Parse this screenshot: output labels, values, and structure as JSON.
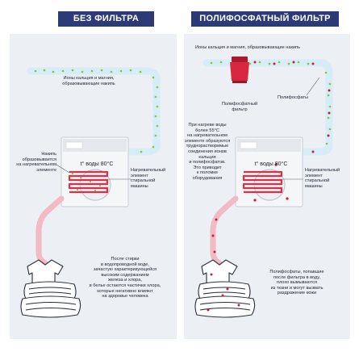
{
  "left": {
    "title": "БЕЗ ФИЛЬТРА",
    "ions_label": "Ионы кальция и магния,\nобразовывающие накипь",
    "scale_label": "Накипь\nобразовывается\nна нагревательном\nэлементе",
    "temp_label": "t° воды 80°C",
    "heater_label": "Нагревательный\nэлемент\nстиральной\nмашины",
    "after_wash_label": "После стирки\nв водопроводной воде,\nзачастую характеризующейся\nвысоким содержанием\nжелеза и хлора,\nв белье остаются частички хлора,\nкоторые негативно влияют\nна здоровье человека"
  },
  "right": {
    "title": "ПОЛИФОСФАТНЫЙ  ФИЛЬТР",
    "ions_label": "Ионы кальция и магния, образовывающие накипь",
    "filter_label": "Полифосфатный\nфильтр",
    "polyphosphates_label": "Полифосфаты",
    "heating_note": "При нагреве воды\nболее 55°C\nна нагревательном\nэлементе образуются\nтруднорастворимые\nсоединения ионов\nкальция\nи полифосфатов.\nЭто приводит\nк поломке\nоборудования",
    "temp_label": "t° воды 80°C",
    "heater_label": "Нагревательный\nэлемент\nстиральной\nмашины",
    "after_filter_label": "Полифосфаты, попавшие\nпосле фильтра в воду,\nплохо вымываются\nиз ткани и могут вызвать\nраздражение кожи"
  },
  "colors": {
    "header": "#2d3a78",
    "panel": "#eceff3",
    "pipe": "#d6ecf6",
    "ion_dot": "#8fbf3a",
    "polyphosphate_dot": "#c8203a",
    "heater_coil": "#d8324a",
    "drain_hose": "#f3b9c5"
  }
}
